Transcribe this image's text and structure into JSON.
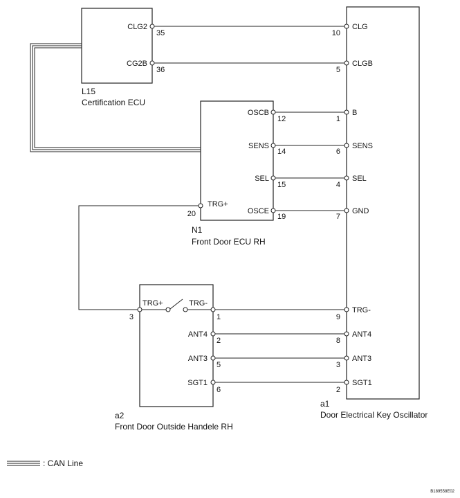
{
  "components": {
    "cert_ecu": {
      "code": "L15",
      "name": "Certification ECU"
    },
    "door_ecu": {
      "code": "N1",
      "name": "Front Door ECU RH"
    },
    "handle": {
      "code": "a2",
      "name": "Front Door Outside Handele RH"
    },
    "oscillator": {
      "code": "a1",
      "name": "Door Electrical Key Oscillator"
    }
  },
  "connections": [
    {
      "from_label": "CLG2",
      "from_pin": "35",
      "to_pin": "10",
      "to_label": "CLG"
    },
    {
      "from_label": "CG2B",
      "from_pin": "36",
      "to_pin": "5",
      "to_label": "CLGB"
    },
    {
      "from_label": "OSCB",
      "from_pin": "12",
      "to_pin": "1",
      "to_label": "B"
    },
    {
      "from_label": "SENS",
      "from_pin": "14",
      "to_pin": "6",
      "to_label": "SENS"
    },
    {
      "from_label": "SEL",
      "from_pin": "15",
      "to_pin": "4",
      "to_label": "SEL"
    },
    {
      "from_label": "OSCE",
      "from_pin": "19",
      "to_pin": "7",
      "to_label": "GND"
    },
    {
      "from_label": "TRG-",
      "from_pin": "1",
      "to_pin": "9",
      "to_label": "TRG-"
    },
    {
      "from_label": "ANT4",
      "from_pin": "2",
      "to_pin": "8",
      "to_label": "ANT4"
    },
    {
      "from_label": "ANT3",
      "from_pin": "5",
      "to_pin": "3",
      "to_label": "ANT3"
    },
    {
      "from_label": "SGT1",
      "from_pin": "6",
      "to_pin": "2",
      "to_label": "SGT1"
    }
  ],
  "trg_link": {
    "ecu_pin": "20",
    "ecu_label": "TRG+",
    "handle_pin": "3",
    "handle_label": "TRG+"
  },
  "legend": {
    "label": ": CAN Line"
  },
  "figure_id": "B189558E02"
}
